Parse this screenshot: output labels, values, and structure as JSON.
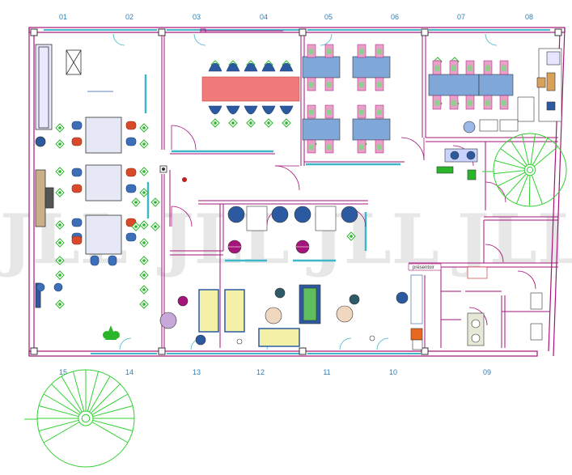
{
  "bays_top": [
    "01",
    "02",
    "03",
    "04",
    "05",
    "06",
    "07",
    "08"
  ],
  "bays_bottom": [
    "15",
    "14",
    "13",
    "12",
    "11",
    "10",
    "09"
  ],
  "presentoir_label": "présentoir",
  "watermark": "JLL",
  "colors": {
    "wall": "#a5147a",
    "window": "#3fb6c9",
    "plant": "#2bb52b",
    "chair_blue": "#2c5aa0",
    "meeting_table": "#f07a7a",
    "desk": "#7fa8d8",
    "stairs": "#2fd12f",
    "bay_label": "#2a7fb8"
  }
}
